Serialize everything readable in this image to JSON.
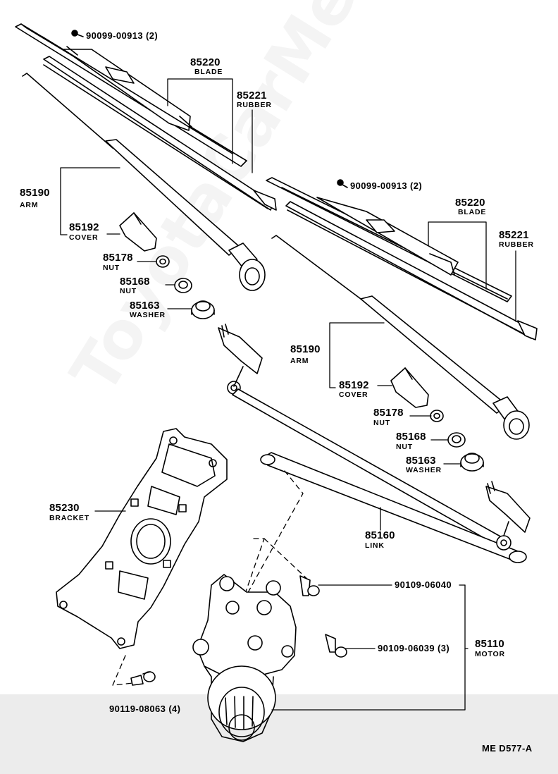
{
  "diagram": {
    "watermark": "ToyotaCarMe.ru",
    "ref_code": "ME D577-A",
    "callouts": {
      "bolt_top_left": "90099-00913 (2)",
      "bolt_top_right": "90099-00913 (2)",
      "blade_left": {
        "number": "85220",
        "name": "BLADE"
      },
      "rubber_left": {
        "number": "85221",
        "name": "RUBBER"
      },
      "arm_left": {
        "number": "85190",
        "name": "ARM"
      },
      "cover_left": {
        "number": "85192",
        "name": "COVER"
      },
      "nut_a_left": {
        "number": "85178",
        "name": "NUT"
      },
      "nut_b_left": {
        "number": "85168",
        "name": "NUT"
      },
      "washer_left": {
        "number": "85163",
        "name": "WASHER"
      },
      "blade_right": {
        "number": "85220",
        "name": "BLADE"
      },
      "rubber_right": {
        "number": "85221",
        "name": "RUBBER"
      },
      "arm_right": {
        "number": "85190",
        "name": "ARM"
      },
      "cover_right": {
        "number": "85192",
        "name": "COVER"
      },
      "nut_a_right": {
        "number": "85178",
        "name": "NUT"
      },
      "nut_b_right": {
        "number": "85168",
        "name": "NUT"
      },
      "washer_right": {
        "number": "85163",
        "name": "WASHER"
      },
      "bracket": {
        "number": "85230",
        "name": "BRACKET"
      },
      "link": {
        "number": "85160",
        "name": "LINK"
      },
      "motor": {
        "number": "85110",
        "name": "MOTOR"
      },
      "bolt_motor_a": "90109-06040",
      "bolt_motor_b": "90109-06039 (3)",
      "bolt_bracket": "90119-08063 (4)"
    }
  }
}
